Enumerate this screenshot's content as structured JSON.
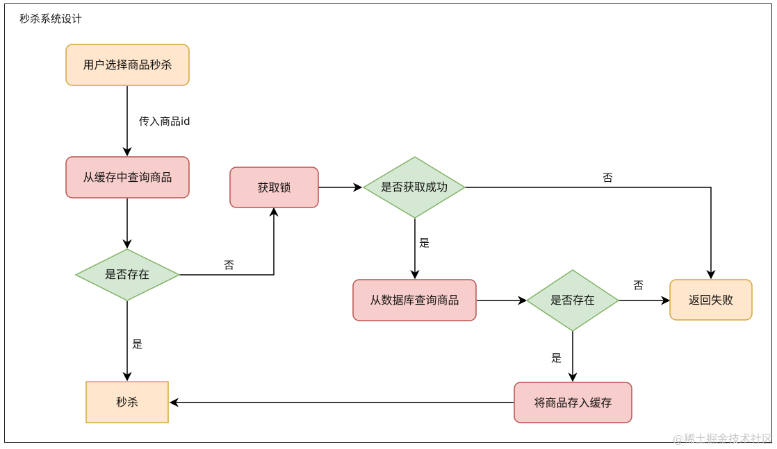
{
  "title": "秒杀系统设计",
  "watermark": "@稀土掘金技术社区",
  "colors": {
    "orange_fill": "#ffe6cc",
    "orange_stroke": "#d6a53a",
    "red_fill": "#f8cecc",
    "red_stroke": "#b85450",
    "green_fill": "#d5e8d4",
    "green_stroke": "#82b366",
    "edge": "#000000"
  },
  "nodes": {
    "start": "用户选择商品秒杀",
    "query_cache": "从缓存中查询商品",
    "exists1": "是否存在",
    "lock": "获取锁",
    "lock_ok": "是否获取成功",
    "query_db": "从数据库查询商品",
    "exists2": "是否存在",
    "fail": "返回失败",
    "seckill": "秒杀",
    "store_cache": "将商品存入缓存"
  },
  "edges": {
    "pass_id": "传入商品id",
    "exists1_no": "否",
    "exists1_yes": "是",
    "lock_no": "否",
    "lock_yes": "是",
    "exists2_no": "否",
    "exists2_yes": "是"
  }
}
